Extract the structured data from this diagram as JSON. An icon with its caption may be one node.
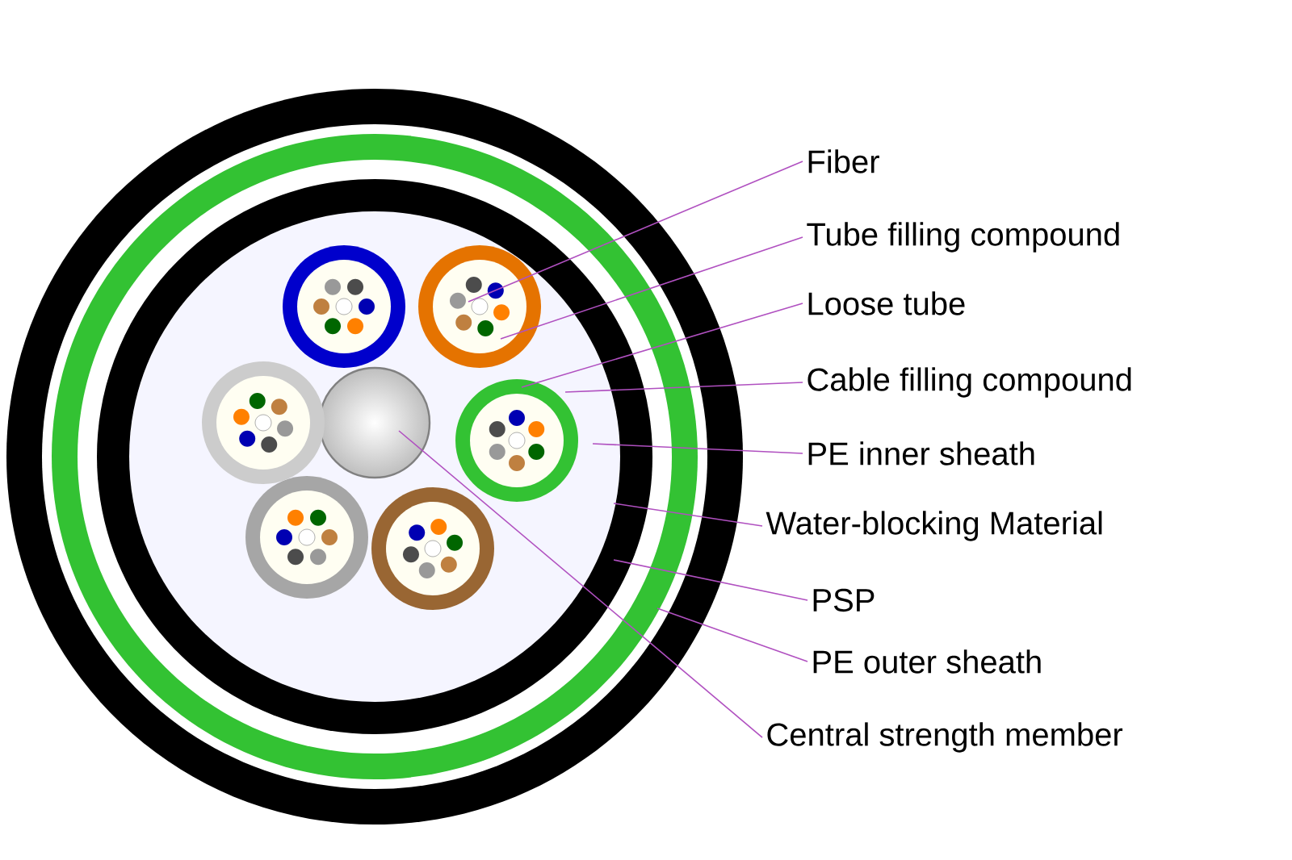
{
  "diagram": {
    "nodes": [
      {
        "text": [
          "Fiber"
        ]
      },
      {
        "text": [
          "Tube filling compound"
        ]
      },
      {
        "text": [
          "Loose tube"
        ]
      },
      {
        "text": [
          "Cable filling compound"
        ]
      },
      {
        "text": [
          "PE inner sheath"
        ]
      },
      {
        "text": [
          "Water-blocking Material"
        ]
      },
      {
        "text": [
          "PSP"
        ]
      },
      {
        "text": [
          "PE outer sheath"
        ]
      },
      {
        "text": [
          "Central strength member"
        ]
      }
    ],
    "edges": [
      {
        "from": 0,
        "to": null,
        "arrow": "none"
      },
      {
        "from": 1,
        "to": null,
        "arrow": "none"
      },
      {
        "from": 2,
        "to": null,
        "arrow": "none"
      },
      {
        "from": 3,
        "to": null,
        "arrow": "none"
      },
      {
        "from": 4,
        "to": null,
        "arrow": "none"
      },
      {
        "from": 5,
        "to": null,
        "arrow": "none"
      },
      {
        "from": 6,
        "to": null,
        "arrow": "none"
      },
      {
        "from": 7,
        "to": null,
        "arrow": "none"
      },
      {
        "from": 8,
        "to": null,
        "arrow": "none"
      }
    ]
  }
}
